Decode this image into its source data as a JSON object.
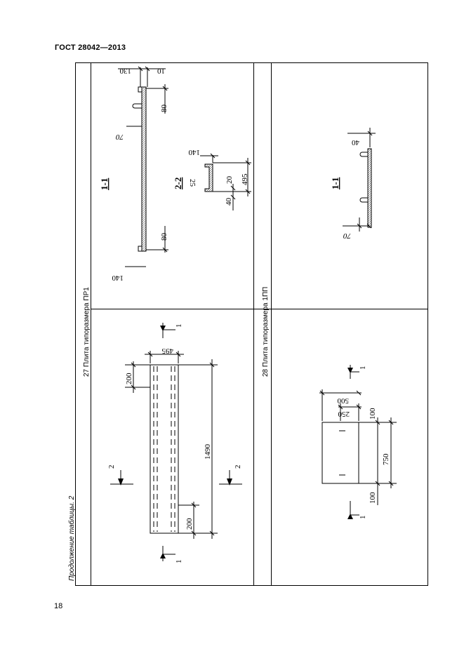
{
  "header": {
    "standard": "ГОСТ 28042—2013"
  },
  "page": {
    "number": "18"
  },
  "table": {
    "continuation": "Продолжение таблицы. 2",
    "rows": [
      {
        "title": "27 Плита типоразмера ПР1",
        "section_1_1": {
          "label": "1-1",
          "dims": {
            "top_left": "130",
            "top_right": "10",
            "rib": "80",
            "rib2": "80",
            "offset": "70",
            "end": "140"
          }
        },
        "section_2_2": {
          "label": "2-2",
          "dims": {
            "flange": "140",
            "thickness": "25",
            "lip": "20",
            "base": "40",
            "width": "495"
          }
        },
        "plan": {
          "dims": {
            "width": "495",
            "end_top": "200",
            "length": "1490",
            "end_bottom": "200"
          },
          "cut_marks": {
            "section_1": "1",
            "section_2": "2"
          }
        }
      },
      {
        "title": "28 Плита типоразмера 1ПП",
        "section_1_1": {
          "label": "1-1",
          "dims": {
            "top": "40",
            "bottom": "70"
          }
        },
        "plan": {
          "dims": {
            "width": "500",
            "half": "250",
            "end_top": "100",
            "length": "750",
            "end_bottom": "100"
          },
          "cut_marks": {
            "section_1": "1"
          }
        }
      }
    ]
  }
}
